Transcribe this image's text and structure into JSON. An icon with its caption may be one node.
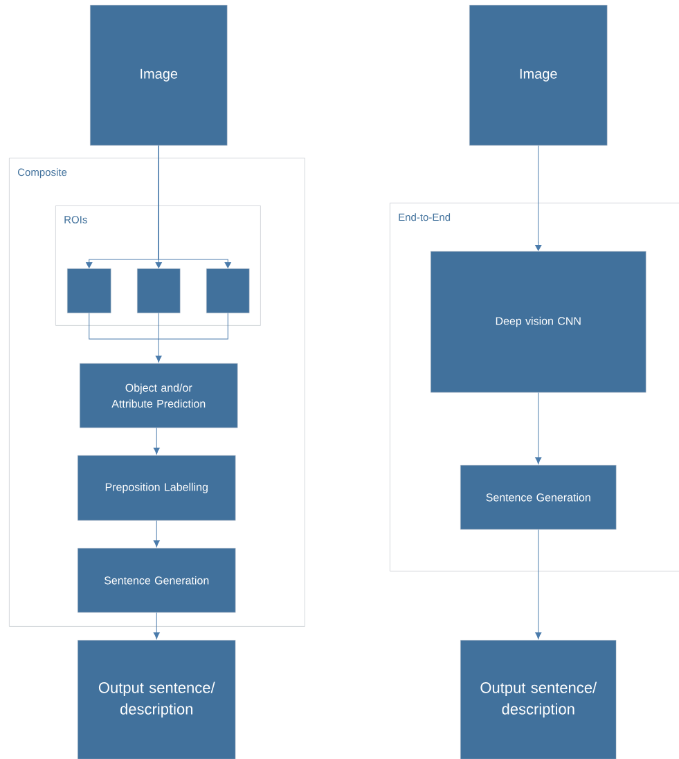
{
  "diagram": {
    "nodes": [
      {
        "text": [
          "Image"
        ]
      },
      {
        "text": [
          "Composite"
        ]
      },
      {
        "text": [
          "ROIs"
        ],
        "in": 1
      },
      {
        "text": [],
        "shape": "box",
        "in": 2
      },
      {
        "text": [],
        "shape": "box",
        "in": 2
      },
      {
        "text": [],
        "shape": "box",
        "in": 2
      },
      {
        "text": [
          "Object and/or Attribute Prediction"
        ],
        "in": 1
      },
      {
        "text": [
          "Preposition Labelling"
        ],
        "in": 1
      },
      {
        "text": [
          "Sentence Generation"
        ],
        "in": 1
      },
      {
        "text": [
          "Output sentence/ description"
        ]
      },
      {
        "text": [
          "Image"
        ]
      },
      {
        "text": [
          "End-to-End"
        ]
      },
      {
        "text": [
          "Deep vision CNN"
        ],
        "in": 11
      },
      {
        "text": [
          "Sentence Generation"
        ],
        "in": 11
      },
      {
        "text": [
          "Output sentence/ description"
        ]
      }
    ],
    "edges": [
      {
        "from": 0,
        "to": 3,
        "arrow": "to"
      },
      {
        "from": 0,
        "to": 4,
        "arrow": "to"
      },
      {
        "from": 0,
        "to": 5,
        "arrow": "to"
      },
      {
        "from": 3,
        "to": 6,
        "arrow": "to"
      },
      {
        "from": 4,
        "to": 6,
        "arrow": "to"
      },
      {
        "from": 5,
        "to": 6,
        "arrow": "to"
      },
      {
        "from": 6,
        "to": 7,
        "arrow": "to"
      },
      {
        "from": 7,
        "to": 8,
        "arrow": "to"
      },
      {
        "from": 8,
        "to": 9,
        "arrow": "to"
      },
      {
        "from": 10,
        "to": 12,
        "arrow": "to"
      },
      {
        "from": 12,
        "to": 13,
        "arrow": "to"
      },
      {
        "from": 13,
        "to": 14,
        "arrow": "to"
      }
    ]
  }
}
